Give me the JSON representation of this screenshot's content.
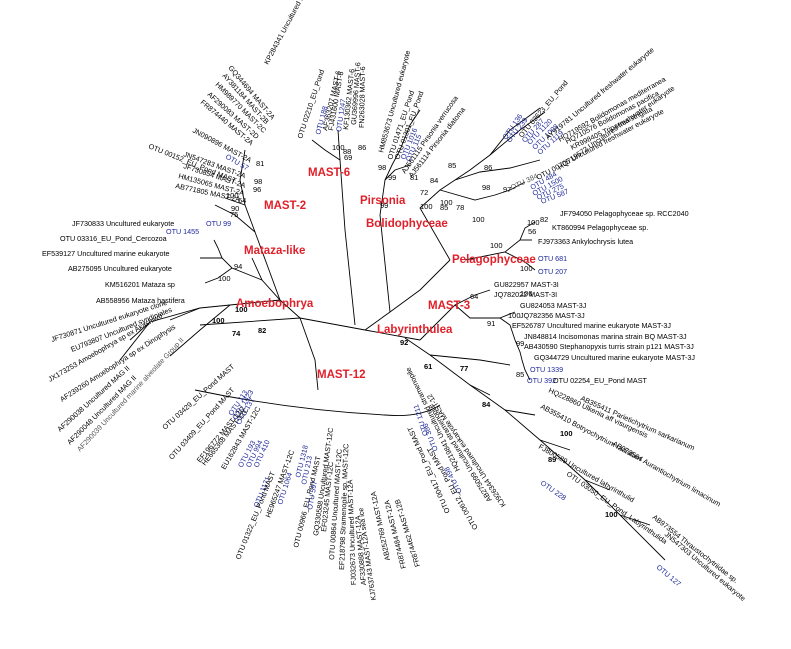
{
  "clades": {
    "mast6": "MAST-6",
    "pirsonia": "Pirsonia",
    "mast2": "MAST-2",
    "bolidophyceae": "Bolidophyceae",
    "mataza": "Mataza-like",
    "pelagophyceae": "Pelagophyceae",
    "amoebophrya": "Amoebophrya",
    "mast3": "MAST-3",
    "labyrinthulea": "Labyrinthulea",
    "mast12": "MAST-12"
  },
  "colors": {
    "clade": "#e0202a",
    "otu": "#1f2a9a",
    "branch": "#000000"
  },
  "taxa": {
    "t01": "KP284341 Uncultured MAST_Pond",
    "t02": "OTU 02210_EU_Pond",
    "t03": "OTU 188",
    "t04": "AF363207 MAST-6",
    "t05": "FJ431600 MAST-6",
    "t06": "OTU 1247",
    "t07": "KF130362 MAST-6",
    "t08": "GU369996 MAST-6",
    "t09": "FN263028 MAST-6",
    "t10": "HM853673 Uncultured eukaryote",
    "t11": "OTU 01471_EU_Pond",
    "t12": "OTU 01301_EU_Pond",
    "t13": "OTU 1016",
    "t14": "OTU 115",
    "t15": "AJ561115 Pirsonia verrucosa",
    "t16": "AJ561114 Pirsonia diatoma",
    "t17": "OTU 136",
    "t18": "OTU 239",
    "t19": "OTU 03623_EU_Pond",
    "t20": "OTU 287",
    "t21": "OTU 1120",
    "t22": "OTU 1008",
    "t23": "OTU 1119",
    "t24": "AY919781 Uncultured freshwater eukaryote",
    "t25": "HQ719592 Bolidomonas mediterranea",
    "t26": "HQ710576 Bolidomonas pacifica",
    "t27": "KR998405 Triparma strigata",
    "t28": "HQ719572 Uncultured freshwater eukaryote",
    "t29": "OTU 384",
    "t30": "OTU 00705 Uncultured freshwater eukaryote",
    "t31": "OTU 484",
    "t32": "OTU 1500",
    "t33": "OTU 275",
    "t34": "OTU 587",
    "t35": "GQ344694 MAST-2A",
    "t36": "AY381184 MAST-2B",
    "t37": "HM989770 MAST-2C",
    "t38": "AF290083 MAST-2D",
    "t39": "FR874440 MAST-2A",
    "t40": "OTU 57",
    "t41": "JN090896 MAST-2A",
    "t42": "OTU 00152_EU_Pond MAST",
    "t43": "JN547283 MAST-2A",
    "t44": "JF730854 MAST-2A",
    "t45": "HM135065 MAST-2A",
    "t46": "AB771805 MAST-2A",
    "t47": "JF794050 Pelagophyceae sp. RCC2040",
    "t48": "KT860994 Pelagophyceae sp.",
    "t49": "FJ973363 Ankylochrysis lutea",
    "t50": "OTU 681",
    "t51": "OTU 207",
    "t52": "OTU 99",
    "t53": "JF730833 Uncultured eukaryote",
    "t54": "OTU 1455",
    "t55": "OTU 03316_EU_Pond_Cercozoa",
    "t56": "EF539127 Uncultured marine eukaryote",
    "t57": "AB275095 Uncultured eukaryote",
    "t58": "KM516201 Mataza sp",
    "t59": "AB558956 Mataza hastifera",
    "t60": "GU822957 MAST-3I",
    "t61": "JQ782022 MAST-3I",
    "t62": "GU824053 MAST-3J",
    "t63": "JQ782356 MAST-3J",
    "t64": "EF526787 Uncultured marine eukaryote MAST-3J",
    "t65": "JN848814 Incisomonas marina strain BQ MAST-3J",
    "t66": "AB430590 Stephanopyxis turris strain p121 MAST-3J",
    "t67": "GQ344729 Uncultured marine eukaryote MAST-3J",
    "t68": "OTU 1339",
    "t69": "OTU 392",
    "t70": "OTU 02254_EU_Pond MAST",
    "t71": "HQ228860 Ulkenia aff visurgensis",
    "t72": "AB355410 Botryochytrium radiatum",
    "t73": "AB355411 Parietichytrium sarkarianum",
    "t74": "FJ800589 Uncultured labyrinthulid",
    "t75": "AB073564 Aurantiochytrium limacinum",
    "t76": "OTU 03050_EU_Pond_Labyrinthulida",
    "t77": "AB973554 Thraustochytriidae sp.",
    "t78": "OTU 228",
    "t79": "OTU 127",
    "t80": "JN547303 Uncultured eukaryote",
    "t81": "JF730871 Uncultured eukaryote clone",
    "t82": "EU793807 Uncultured syndiniales",
    "t83": "JX173253 Amoebophrya sp ex Akashiwo",
    "t84": "AF239260 Amoebophrya sp ex Dinophysis",
    "t85": "AF290038 Uncultured MAG II",
    "t86": "AF290048 Uncultured MAG II",
    "t87": "AF290039 Uncultured marine alveolate Group II",
    "t88": "OTU 03429_EU_Pond MAST",
    "t89": "EF196772 MAST-12C",
    "t90": "HE665368 MAST-12C",
    "t91": "OTU 03409_EU_Pond MAST",
    "t92": "OTU 113",
    "t93": "OTU 1423",
    "t94": "OTU 137",
    "t95": "EU162843 MAST-12C",
    "t96": "OTU 193",
    "t97": "OTU 994",
    "t98": "OTU 410",
    "t99": "OTU 1171",
    "t100": "OTU 01322_EU_Pond MAST",
    "t101": "HE965247 MAST-12C",
    "t102": "OTU 1064",
    "t103": "OTU 00966_EU_Pond MAST",
    "t104": "OTU 1318",
    "t105": "OTU 213",
    "t106": "OTU 597",
    "t107": "GQ330588 Uncultured MAST-12C",
    "t108": "EF023245 MAST-12C",
    "t109": "OTU 00864 Uncultured MAST-12C",
    "t110": "EF218798 Stramenopile sp. MAST-12C",
    "t111": "FJ032673 Uncultured MAST-12A",
    "t112": "AF330888 MAST-12A",
    "t113": "KJ763743 MAST-12A sea ice",
    "t114": "AB252769 MAST-12A",
    "t115": "FR874484 MAST-12A",
    "t116": "FR874462 MAST-12B",
    "t117": "OTU 1211",
    "t118": "OTU 386",
    "t119": "OTU 00417_EU_Pond MAST",
    "t120": "HQ219841 Uncultured stramenopile",
    "t121": "OTU 498",
    "t122": "OTU 00612_EU_Pond MAST",
    "t123": "AB275099 Uncultured stramenopile",
    "t124": "KJ926344 Uncultured eukaryote MAST-12"
  },
  "bootstrap": {
    "b01": "100",
    "b02": "90",
    "b03": "100",
    "b04": "94",
    "b05": "64",
    "b06": "75",
    "b07": "96",
    "b08": "98",
    "b09": "81",
    "b10": "100",
    "b11": "74",
    "b12": "82",
    "b13": "100",
    "b14": "92",
    "b15": "61",
    "b16": "77",
    "b17": "84",
    "b18": "89",
    "b19": "100",
    "b20": "100",
    "b21": "100",
    "b22": "99",
    "b23": "85",
    "b24": "100",
    "b25": "56",
    "b26": "100",
    "b27": "100",
    "b28": "82",
    "b29": "64",
    "b30": "91",
    "b31": "98",
    "b32": "78",
    "b33": "97",
    "b34": "86",
    "b35": "84",
    "b36": "85",
    "b37": "100",
    "b38": "85",
    "b39": "72",
    "b40": "98",
    "b41": "99",
    "b42": "100",
    "b43": "86",
    "b44": "88",
    "b45": "100",
    "b46": "69",
    "b47": "100",
    "b48": "81",
    "b49": "100",
    "b50": "99"
  }
}
